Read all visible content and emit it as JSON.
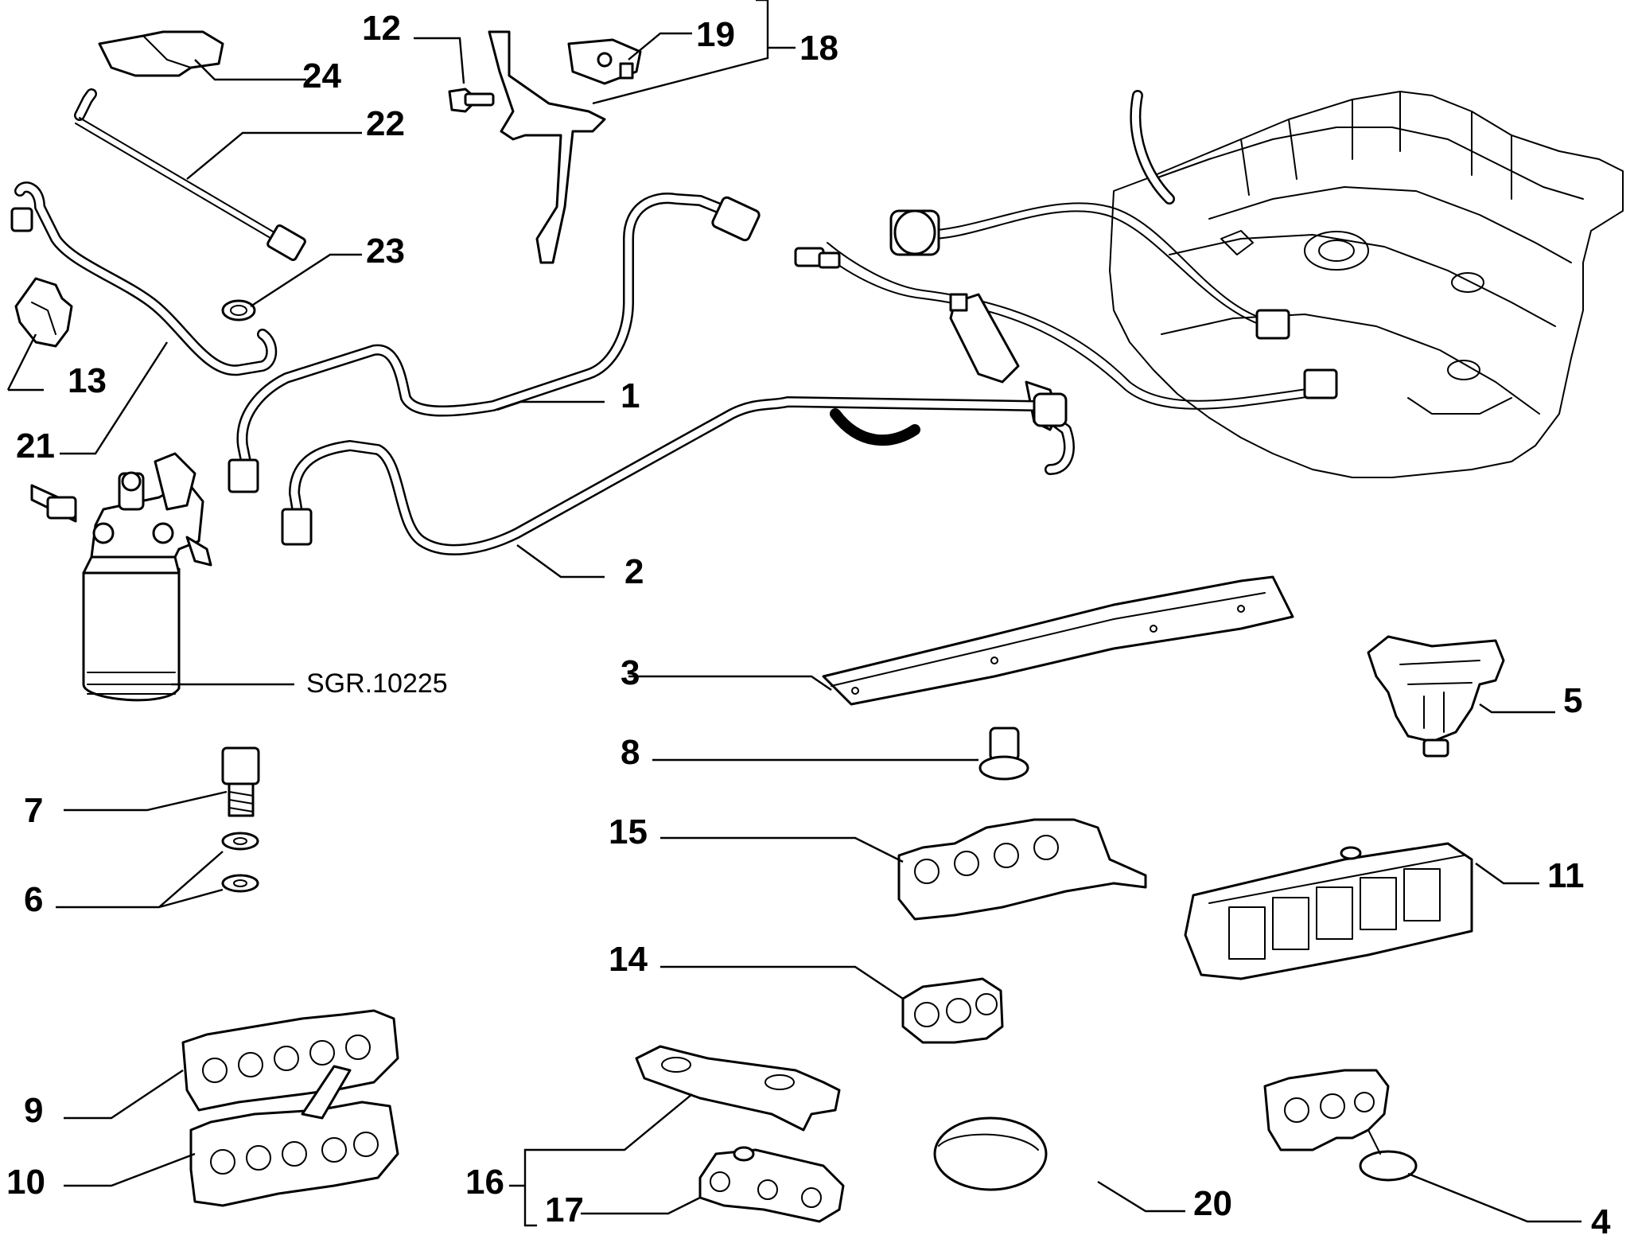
{
  "callouts": {
    "n1": "1",
    "n2": "2",
    "n3": "3",
    "n4": "4",
    "n5": "5",
    "n6": "6",
    "n7": "7",
    "n8": "8",
    "n9": "9",
    "n10": "10",
    "n11": "11",
    "n12": "12",
    "n13": "13",
    "n14": "14",
    "n15": "15",
    "n16": "16",
    "n17": "17",
    "n18": "18",
    "n19": "19",
    "n20": "20",
    "n21": "21",
    "n22": "22",
    "n23": "23",
    "n24": "24"
  },
  "reference_code": "SGR.10225",
  "colors": {
    "line": "#000000",
    "background": "#ffffff"
  }
}
